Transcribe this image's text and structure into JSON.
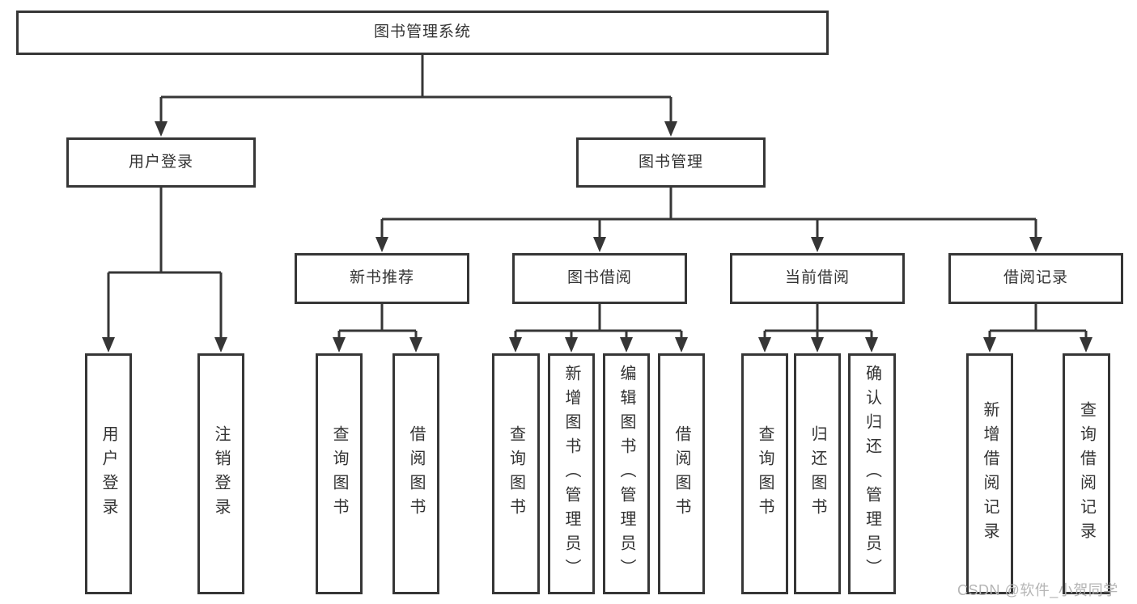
{
  "diagram": {
    "type": "tree",
    "nodes": {
      "root": {
        "label": "图书管理系统"
      },
      "user_login": {
        "label": "用户登录"
      },
      "book_management": {
        "label": "图书管理"
      },
      "new_book_recommend": {
        "label": "新书推荐"
      },
      "book_borrow": {
        "label": "图书借阅"
      },
      "current_borrow": {
        "label": "当前借阅"
      },
      "borrow_records": {
        "label": "借阅记录"
      },
      "leaves": {
        "user_login": [
          {
            "label": "用户登录"
          },
          {
            "label": "注销登录"
          }
        ],
        "new_book_recommend": [
          {
            "label": "查询图书"
          },
          {
            "label": "借阅图书"
          }
        ],
        "book_borrow": [
          {
            "label": "查询图书"
          },
          {
            "label": "新增图书（管理员）"
          },
          {
            "label": "编辑图书（管理员）"
          },
          {
            "label": "借阅图书"
          }
        ],
        "current_borrow": [
          {
            "label": "查询图书"
          },
          {
            "label": "归还图书"
          },
          {
            "label": "确认归还（管理员）"
          }
        ],
        "borrow_records": [
          {
            "label": "新增借阅记录"
          },
          {
            "label": "查询借阅记录"
          }
        ]
      }
    }
  },
  "watermark": {
    "text": "CSDN @软件_小贺同学"
  },
  "colors": {
    "line": "#363636",
    "box_border": "#363636",
    "text": "#333333",
    "background": "#ffffff",
    "watermark": "#b5b5b5"
  }
}
